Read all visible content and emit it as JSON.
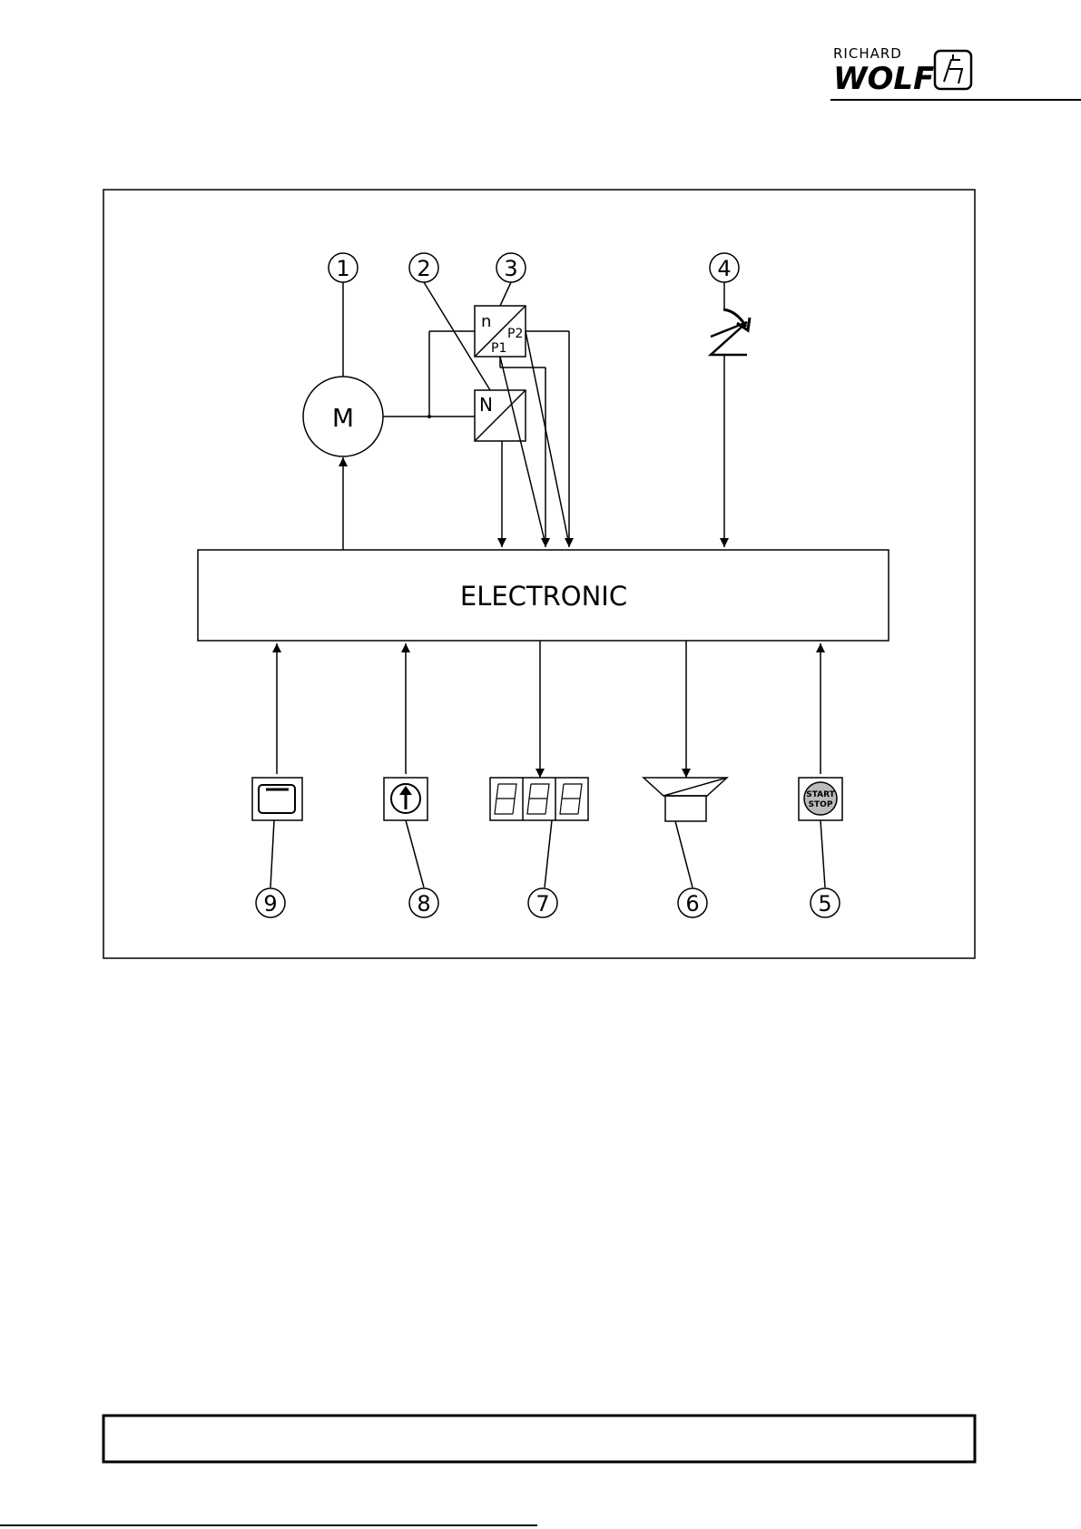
{
  "logo": {
    "top_text": "RICHARD",
    "main_text": "WOLF"
  },
  "diagram": {
    "central_block": "ELECTRONIC",
    "motor_symbol": "M",
    "sensor_n_symbol": "N",
    "sensor_p_symbols": {
      "n": "n",
      "p1": "P1",
      "p2": "P2"
    },
    "start_stop": {
      "line1": "START",
      "line2": "STOP"
    },
    "callouts": [
      "1",
      "2",
      "3",
      "4",
      "5",
      "6",
      "7",
      "8",
      "9"
    ]
  },
  "footer_box_text": ""
}
